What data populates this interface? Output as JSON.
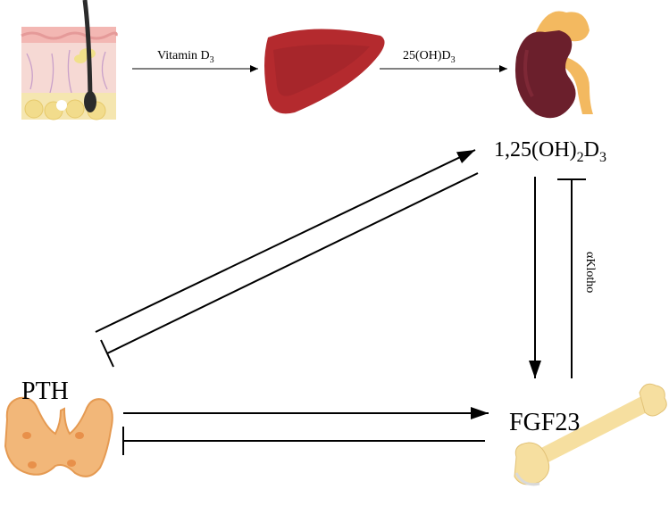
{
  "diagram": {
    "edge_labels": {
      "skin_to_liver_main": "Vitamin D",
      "skin_to_liver_sub": "3",
      "liver_to_kidney_main": "25(OH)D",
      "liver_to_kidney_sub": "3",
      "klotho": "αKlotho"
    },
    "nodes": {
      "vitd_prefix": "1,25(OH)",
      "vitd_sub1": "2",
      "vitd_mid": "D",
      "vitd_sub2": "3",
      "pth": "PTH",
      "fgf23": "FGF23"
    }
  }
}
